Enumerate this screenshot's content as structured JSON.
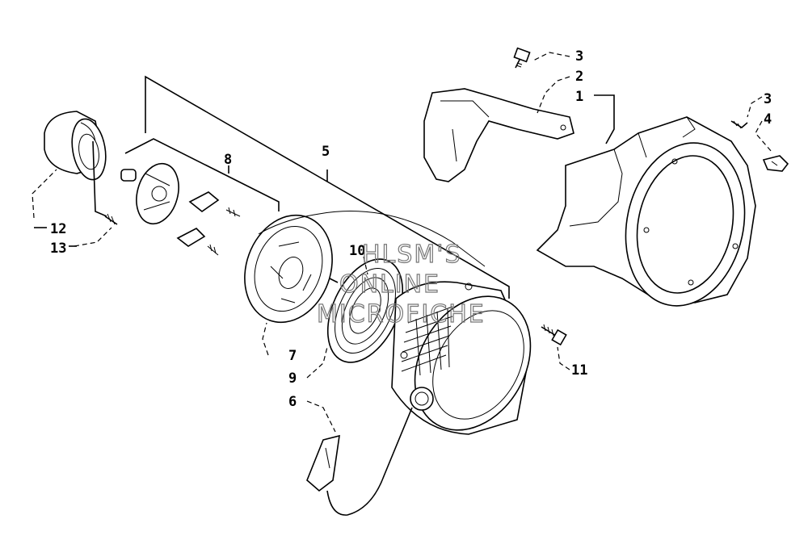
{
  "callouts": {
    "c1": "1",
    "c2": "2",
    "c3a": "3",
    "c3b": "3",
    "c4": "4",
    "c5": "5",
    "c6": "6",
    "c7": "7",
    "c8": "8",
    "c9": "9",
    "c10": "10",
    "c11": "11",
    "c12": "12",
    "c13": "13"
  },
  "watermark": {
    "line1": "HLSM'S",
    "line2": "ONLINE",
    "line3": "MICROFICHE"
  },
  "colors": {
    "ink": "#000000",
    "paper": "#ffffff",
    "watermark": "#777777"
  }
}
